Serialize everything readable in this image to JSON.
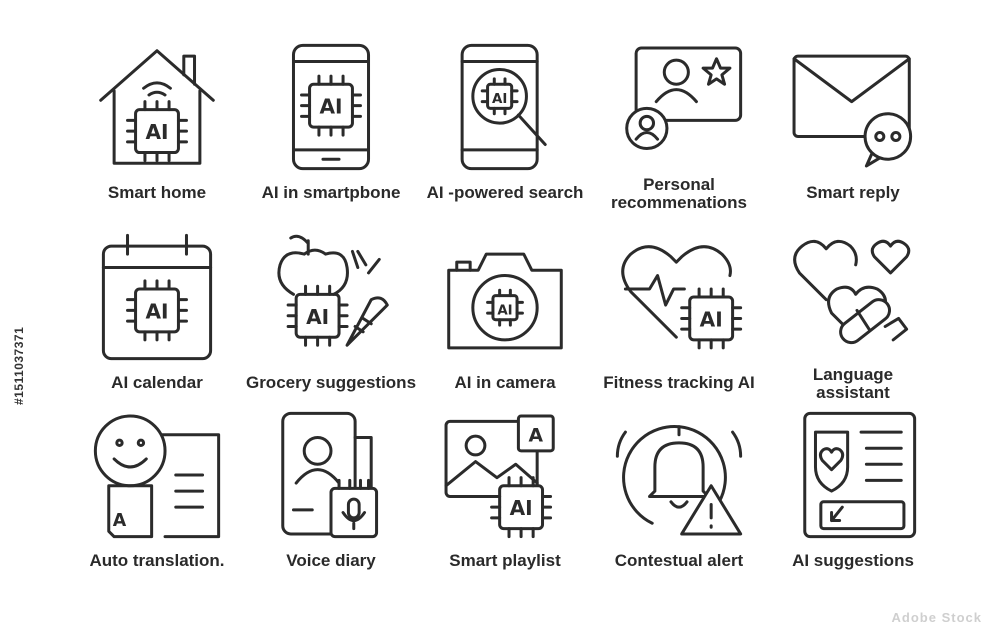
{
  "side_id": "#1511037371",
  "watermark": "Adobe Stock",
  "chip_label": "AI",
  "letter_a": "A",
  "icons": [
    {
      "caption": "Smart home",
      "icon": "smart-home-icon"
    },
    {
      "caption": "AI in smartpbone",
      "icon": "ai-smartphone-icon"
    },
    {
      "caption": "AI -powered search",
      "icon": "ai-search-icon"
    },
    {
      "caption": "Personal\nrecommenations",
      "icon": "personal-recommendations-icon"
    },
    {
      "caption": "Smart reply",
      "icon": "smart-reply-icon"
    },
    {
      "caption": "AI calendar",
      "icon": "ai-calendar-icon"
    },
    {
      "caption": "Grocery suggestions",
      "icon": "grocery-suggestions-icon"
    },
    {
      "caption": "AI in camera",
      "icon": "ai-camera-icon"
    },
    {
      "caption": "Fitness tracking AI",
      "icon": "fitness-tracking-icon"
    },
    {
      "caption": "Language\nassistant",
      "icon": "language-assistant-icon"
    },
    {
      "caption": "Auto translation.",
      "icon": "auto-translation-icon"
    },
    {
      "caption": "Voice diary",
      "icon": "voice-diary-icon"
    },
    {
      "caption": "Smart playlist",
      "icon": "smart-playlist-icon"
    },
    {
      "caption": "Contestual alert",
      "icon": "contextual-alert-icon"
    },
    {
      "caption": "AI suggestions",
      "icon": "ai-suggestions-icon"
    }
  ]
}
